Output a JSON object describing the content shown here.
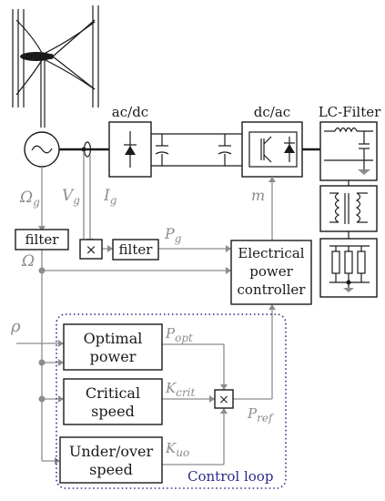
{
  "labels": {
    "acdc": "ac/dc",
    "dcac": "dc/ac",
    "lc_filter": "LC-Filter",
    "omega_g": "Ωg",
    "v_g": "Vg",
    "i_g": "Ig",
    "filter1": "filter",
    "filter2": "filter",
    "multiply": "×",
    "p_g": "Pg",
    "m": "m",
    "omega": "Ω",
    "rho": "ρ",
    "epc_line1": "Electrical",
    "epc_line2": "power",
    "epc_line3": "controller",
    "optimal_line1": "Optimal",
    "optimal_line2": "power",
    "p_opt": "Popt",
    "critical_line1": "Critical",
    "critical_line2": "speed",
    "k_crit": "Kcrit",
    "p_ref": "Pref",
    "underover_line1": "Under/over",
    "underover_line2": "speed",
    "k_uo": "Kuo",
    "control_loop": "Control loop"
  },
  "colors": {
    "ink": "#1a1a1a",
    "signal": "#8c8c8c",
    "control_loop": "#2b2b8c"
  },
  "icons": [
    "wind-turbine-icon",
    "generator-icon",
    "diode-icon",
    "capacitor-icon",
    "igbt-icon",
    "inductor-icon",
    "transformer-icon",
    "resistor-load-icon",
    "ground-icon"
  ]
}
